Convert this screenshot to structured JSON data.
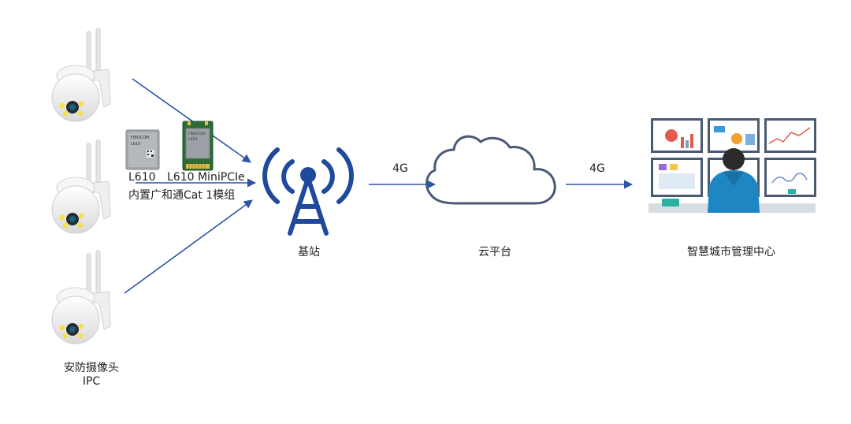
{
  "labels": {
    "camera_line1": "安防摄像头",
    "camera_line2": "IPC",
    "module_l610": "L610",
    "module_minipcie": "L610 MiniPCIe",
    "module_desc": "内置广和通Cat 1模组",
    "base_station": "基站",
    "link1": "4G",
    "cloud": "云平台",
    "link2": "4G",
    "center": "智慧城市管理中心"
  },
  "chip_text": {
    "brand": "FIBOCOM",
    "model": "L610"
  },
  "colors": {
    "arrow": "#2e54a3",
    "tower": "#1f4a9b",
    "cloud_stroke": "#4a5a75",
    "camera_body": "#f1f1f1",
    "led": "#f2e24a",
    "monitor_frame": "#4a5a72",
    "pcb": "#2f6b35",
    "chip": "#9aa0a6"
  }
}
